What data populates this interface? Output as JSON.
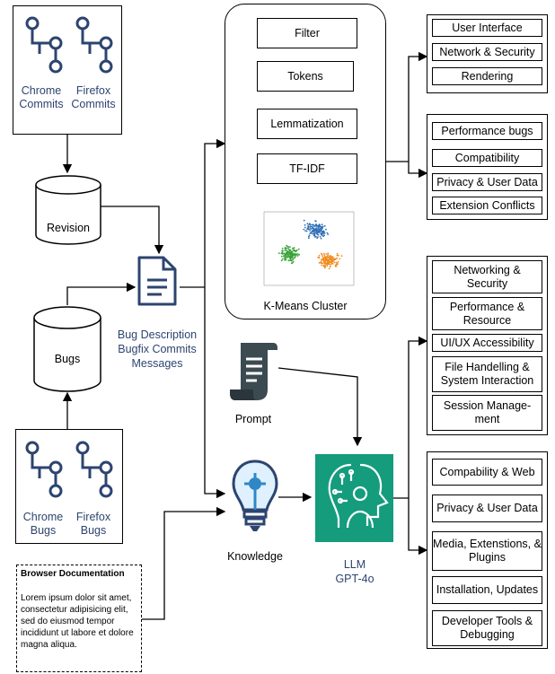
{
  "sources": {
    "chrome_commits": "Chrome Commits",
    "firefox_commits": "Firefox Commits",
    "revision": "Revision",
    "bugs": "Bugs",
    "chrome_bugs": "Chrome Bugs",
    "firefox_bugs": "Firefox Bugs"
  },
  "center": {
    "bug_description": "Bug Description Bugfix Commits Messages"
  },
  "pipeline": {
    "steps": [
      "Filter",
      "Tokens",
      "Lemmatization",
      "TF-IDF"
    ],
    "cluster_label": "K-Means Cluster"
  },
  "kmeans_groups": [
    [
      "User Interface",
      "Network & Security",
      "Rendering"
    ],
    [
      "Performance bugs",
      "Compatibility",
      "Privacy & User Data",
      "Extension Conflicts"
    ]
  ],
  "prompt": "Prompt",
  "knowledge": "Knowledge",
  "llm": {
    "name": "LLM",
    "model": "GPT-4o"
  },
  "llm_groups": [
    [
      "Networking & Security",
      "Performance & Resource",
      "UI/UX Accessibility",
      "File Handelling & System Interaction",
      "Session Manage-ment"
    ],
    [
      "Compability & Web",
      "Privacy & User Data",
      "Media, Extenstions, & Plugins",
      "Installation, Updates",
      "Developer Tools & Debugging"
    ]
  ],
  "documentation": {
    "title": "Browser Documentation",
    "body": "Lorem ipsum dolor sit amet, consectetur adipisicing elit, sed do eiusmod tempor incididunt ut labore et dolore magna aliqua."
  }
}
